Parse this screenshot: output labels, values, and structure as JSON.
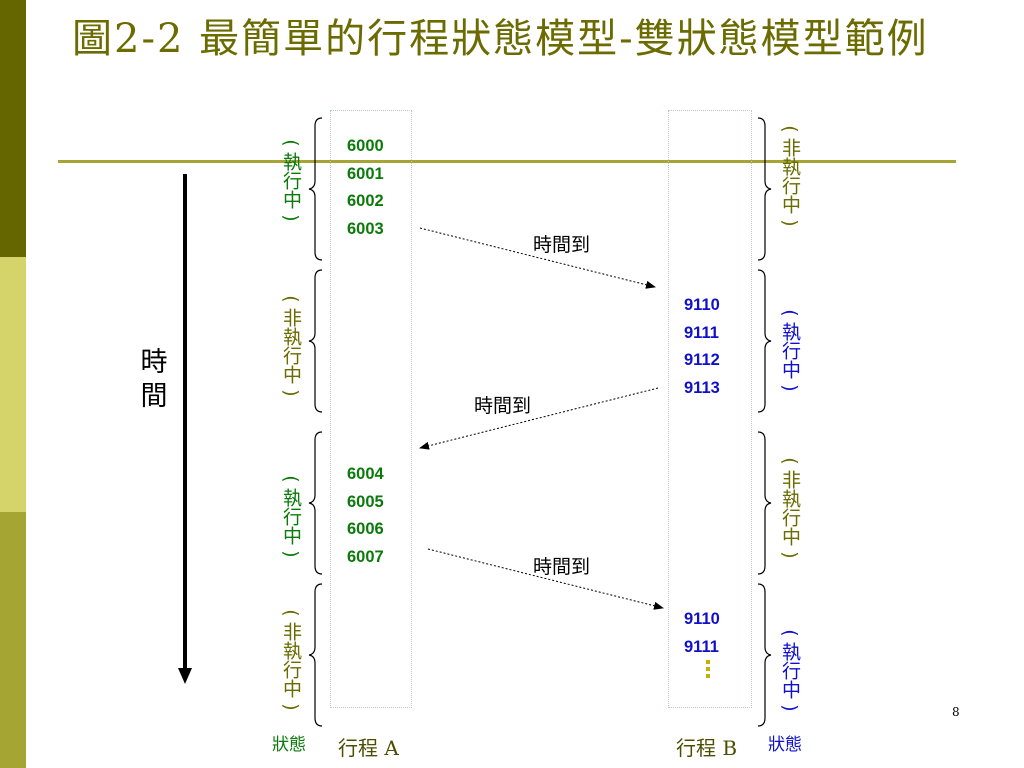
{
  "title": "圖2-2 最簡單的行程狀態模型-雙狀態模型範例",
  "time_axis_label": "時間",
  "process_a": {
    "caption": "行程 A",
    "block1": [
      "6000",
      "6001",
      "6002",
      "6003"
    ],
    "block2": [
      "6004",
      "6005",
      "6006",
      "6007"
    ]
  },
  "process_b": {
    "caption": "行程 B",
    "block1": [
      "9110",
      "9111",
      "9112",
      "9113"
    ],
    "block2": [
      "9110",
      "9111"
    ]
  },
  "left_states": [
    "執行中",
    "非執行中",
    "執行中",
    "非執行中"
  ],
  "right_states": [
    "非執行中",
    "執行中",
    "非執行中",
    "執行中"
  ],
  "state_word": "狀態",
  "timeout_label": "時間到",
  "page_number": "8",
  "colors": {
    "title": "#6b6b00",
    "bar_dark": "#666600",
    "bar_light": "#d4d46a",
    "bar_mid": "#a5a534",
    "running": "#0b7a0b",
    "not_running_left": "#6b6b00",
    "right_blue": "#1010cc"
  }
}
